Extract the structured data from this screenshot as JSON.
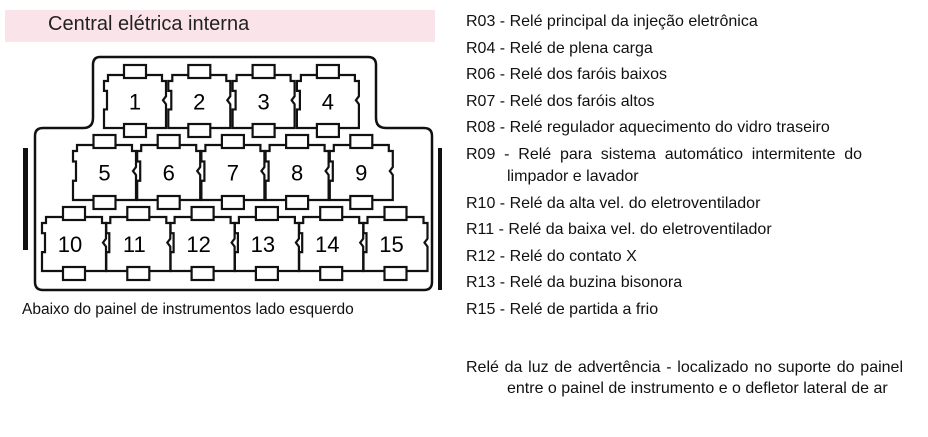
{
  "header": {
    "title": "Central elétrica interna"
  },
  "diagram": {
    "rows": [
      [
        "1",
        "2",
        "3",
        "4"
      ],
      [
        "5",
        "6",
        "7",
        "8",
        "9"
      ],
      [
        "10",
        "11",
        "12",
        "13",
        "14",
        "15"
      ]
    ],
    "caption": "Abaixo do painel de instrumentos lado esquerdo"
  },
  "legend": [
    {
      "text": "R03 - Relé principal da injeção eletrônica"
    },
    {
      "text": "R04 - Relé de plena carga"
    },
    {
      "text": "R06 - Relé dos faróis baixos"
    },
    {
      "text": "R07 - Relé dos faróis altos"
    },
    {
      "text": "R08 - Relé regulador aquecimento do vidro traseiro"
    },
    {
      "text": "R09 - Relé para sistema automático intermitente do limpador e lavador"
    },
    {
      "text": "R10 - Relé da alta vel. do eletroventilador"
    },
    {
      "text": "R11 - Relé da baixa vel. do eletroventilador"
    },
    {
      "text": "R12 - Relé do contato X"
    },
    {
      "text": "R13 - Relé da buzina bisonora"
    },
    {
      "text": "R15 - Relé de partida a frio"
    }
  ],
  "note": "Relé da luz de advertência - localizado no suporte do painel entre o painel de instrumento e o defletor lateral de ar"
}
